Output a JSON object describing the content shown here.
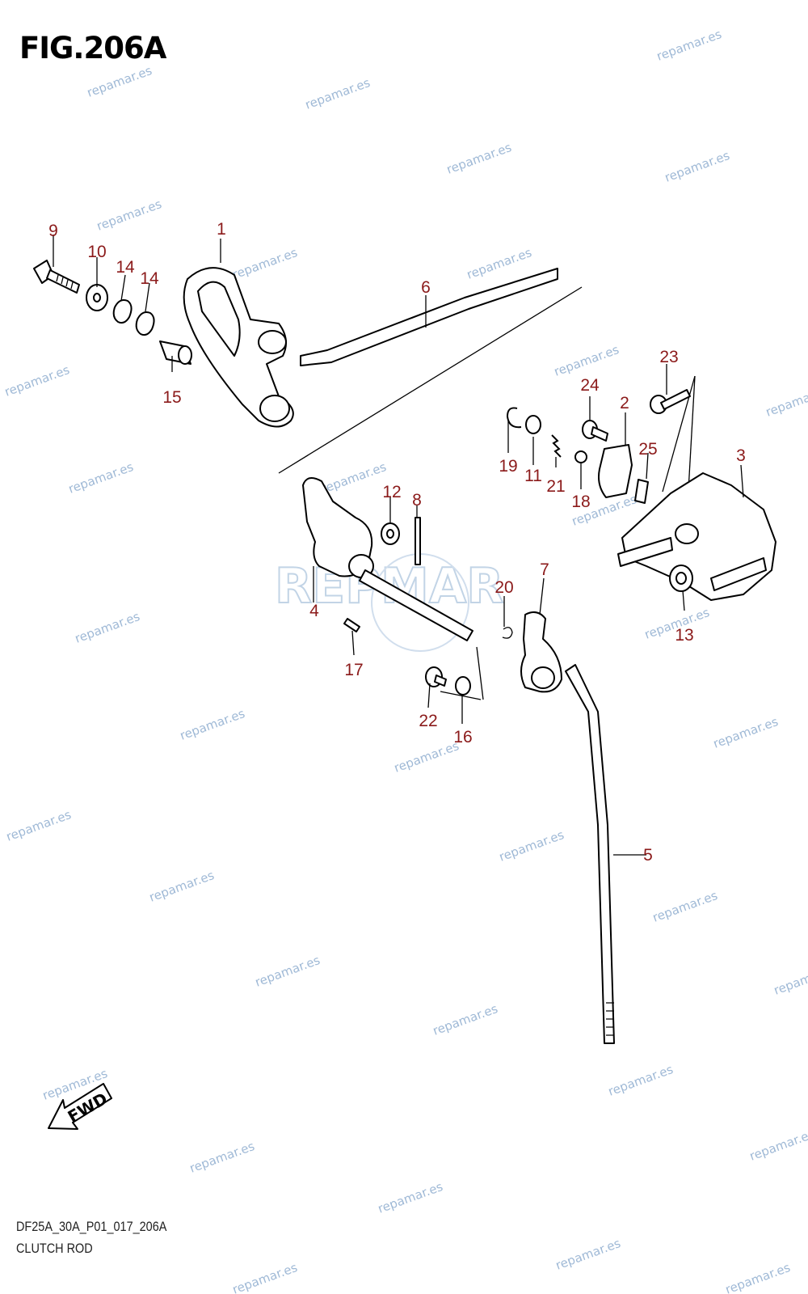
{
  "figure": {
    "title": "FIG.206A",
    "code": "DF25A_30A_P01_017_206A",
    "name": "CLUTCH ROD"
  },
  "watermark_text": "repamar.es",
  "logo_text": "REPMAR",
  "fwd_label": "FWD",
  "colors": {
    "callout": "#8b1a1a",
    "watermark": "#9fb9d6",
    "line": "#000000"
  },
  "callouts": [
    "1",
    "2",
    "3",
    "4",
    "5",
    "6",
    "7",
    "8",
    "9",
    "10",
    "11",
    "12",
    "13",
    "14",
    "14",
    "15",
    "16",
    "17",
    "18",
    "19",
    "20",
    "21",
    "22",
    "23",
    "24",
    "25"
  ]
}
